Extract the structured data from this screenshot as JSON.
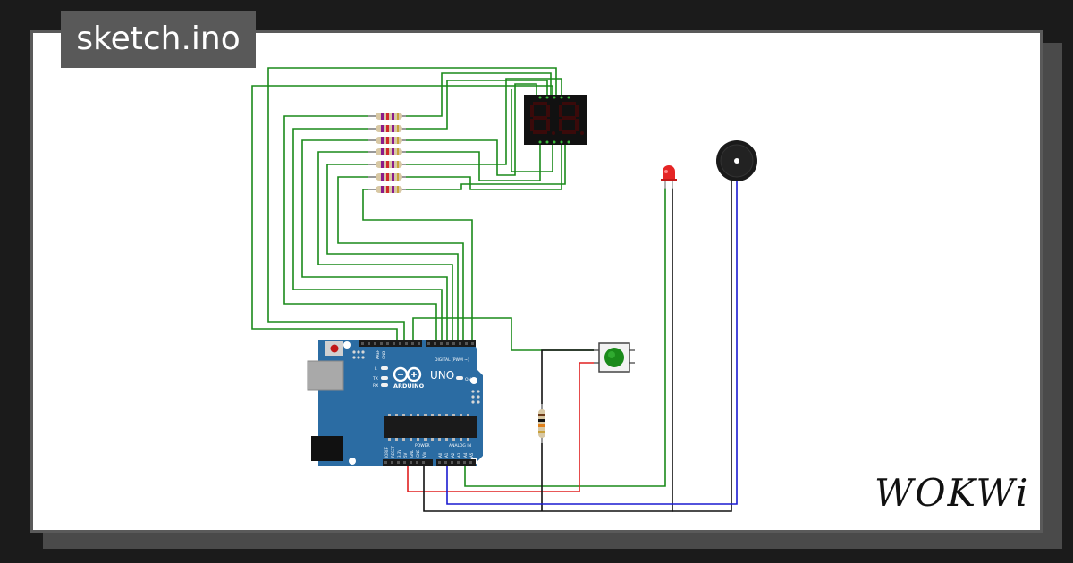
{
  "title": "sketch.ino",
  "logo": "WOKWi",
  "board": {
    "name": "UNO",
    "brand": "ARDUINO",
    "digital_label": "DIGITAL (PWM ~)",
    "analog_label": "ANALOG IN",
    "power_label": "POWER",
    "on_label": "ON",
    "tx_label": "TX",
    "rx_label": "RX",
    "l_label": "L",
    "aref_label": "AREF",
    "gnd_label": "GND",
    "power_pins": [
      "IOREF",
      "RESET",
      "3.3V",
      "5V",
      "GND",
      "GND",
      "Vin"
    ],
    "analog_pins": [
      "A0",
      "A1",
      "A2",
      "A3",
      "A4",
      "A5"
    ]
  },
  "colors": {
    "wire_green": "#1a8a1a",
    "wire_red": "#e02020",
    "wire_black": "#111111",
    "wire_blue": "#1a1ad0",
    "board_blue": "#2b6ca3",
    "display_red": "#3a0000"
  }
}
